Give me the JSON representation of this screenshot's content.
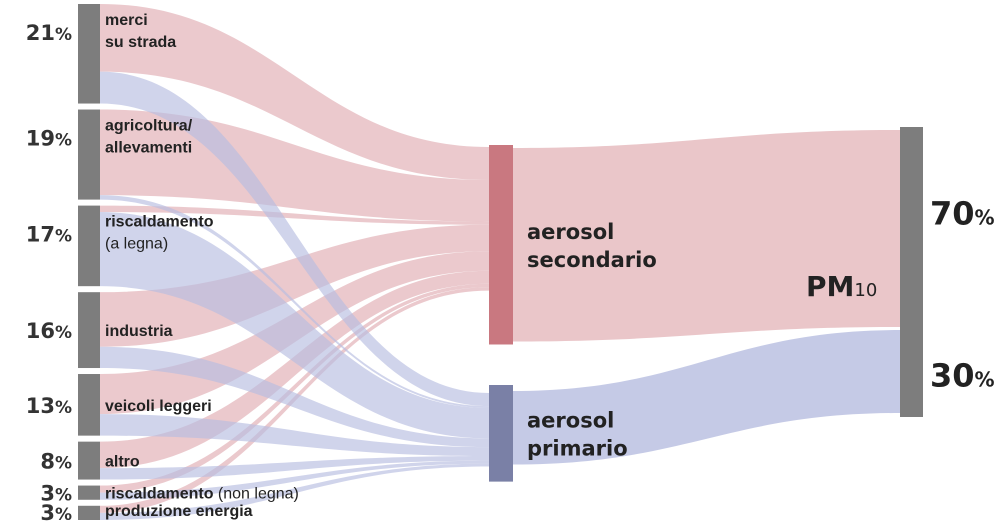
{
  "chart_data": {
    "type": "sankey",
    "sources": [
      {
        "name": "merci su strada",
        "lines": [
          "merci",
          "su strada"
        ],
        "value": 21,
        "value_label": "21",
        "secondary_share": 0.68
      },
      {
        "name": "agricoltura/allevamenti",
        "lines": [
          "agricoltura/",
          "allevamenti"
        ],
        "value": 19,
        "value_label": "19",
        "secondary_share": 0.95
      },
      {
        "name": "riscaldamento (a legna)",
        "lines": [
          "riscaldamento",
          "(a legna)"
        ],
        "value": 17,
        "value_label": "17",
        "secondary_share": 0.08
      },
      {
        "name": "industria",
        "lines": [
          "industria"
        ],
        "value": 16,
        "value_label": "16",
        "secondary_share": 0.72
      },
      {
        "name": "veicoli leggeri",
        "lines": [
          "veicoli leggeri"
        ],
        "value": 13,
        "value_label": "13",
        "secondary_share": 0.65
      },
      {
        "name": "altro",
        "lines": [
          "altro"
        ],
        "value": 8,
        "value_label": "8",
        "secondary_share": 0.7
      },
      {
        "name": "riscaldamento (non legna)",
        "lines": [
          "riscaldamento"
        ],
        "suffix": " (non legna)",
        "value": 3,
        "value_label": "3",
        "secondary_share": 0.5
      },
      {
        "name": "produzione energia",
        "lines": [
          "produzione energia"
        ],
        "value": 3,
        "value_label": "3",
        "secondary_share": 0.5
      }
    ],
    "intermediate": [
      {
        "name": "aerosol secondario",
        "lines": [
          "aerosol",
          "secondario"
        ],
        "value": 70
      },
      {
        "name": "aerosol primario",
        "lines": [
          "aerosol",
          "primario"
        ],
        "value": 30
      }
    ],
    "target": {
      "name": "PM10",
      "base": "PM",
      "subscript": "10"
    },
    "target_values": [
      {
        "name": "aerosol secondario",
        "value": 70,
        "value_label": "70"
      },
      {
        "name": "aerosol primario",
        "value": 30,
        "value_label": "30"
      }
    ],
    "percent_symbol": "%",
    "colors": {
      "secondary_flow": "#e6bcc0",
      "primary_flow": "#b7bde0",
      "secondary_node": "#c97880",
      "primary_node": "#7a80a6",
      "source_node": "#7d7d7d",
      "target_node": "#7d7d7d"
    }
  }
}
